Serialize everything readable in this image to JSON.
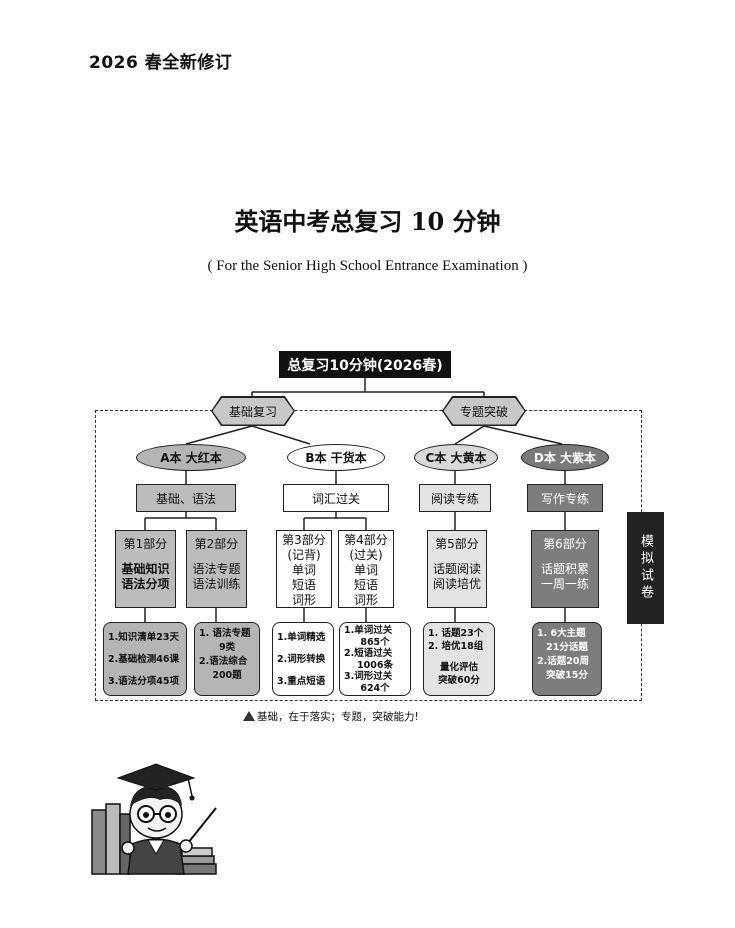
{
  "header": {
    "edition": "2026 春全新修订"
  },
  "title": {
    "main": "英语中考总复习 10 分钟",
    "subtitle": "( For the Senior High School Entrance Examination )"
  },
  "diagram": {
    "root": "总复习10分钟(2026春)",
    "branches": [
      "基础复习",
      "专题突破"
    ],
    "books": [
      "A本 大红本",
      "B本 干货本",
      "C本 大黄本",
      "D本 大紫本"
    ],
    "categories": [
      "基础、语法",
      "词汇过关",
      "阅读专练",
      "写作专练"
    ],
    "parts": [
      {
        "title": "第1部分",
        "lines": [
          "基础知识",
          "语法分项"
        ]
      },
      {
        "title": "第2部分",
        "lines": [
          "语法专题",
          "语法训练"
        ]
      },
      {
        "title": "第3部分",
        "lines": [
          "(记背)",
          "单词",
          "短语",
          "词形"
        ]
      },
      {
        "title": "第4部分",
        "lines": [
          "(过关)",
          "单词",
          "短语",
          "词形"
        ]
      },
      {
        "title": "第5部分",
        "lines": [
          "话题阅读",
          "阅读培优"
        ]
      },
      {
        "title": "第6部分",
        "lines": [
          "话题积累",
          "一周一练"
        ]
      }
    ],
    "details": [
      [
        "1.知识清单23天",
        "2.基础检测46课",
        "3.语法分项45项"
      ],
      [
        "1. 语法专题",
        "9类",
        "2.语法综合",
        "200题"
      ],
      [
        "1.单词精选",
        "2.词形转换",
        "3.重点短语"
      ],
      [
        "1.单词过关",
        "865个",
        "2.短语过关",
        "1006条",
        "3.词形过关",
        "624个"
      ],
      [
        "1. 话题23个",
        "2. 培优18组",
        "量化评估",
        "突破60分"
      ],
      [
        "1. 6大主题",
        "21分话题",
        "2.话题20周",
        "突破15分"
      ]
    ],
    "caption": "基础，在于落实；专题，突破能力!"
  },
  "side_tab": "模拟试卷"
}
